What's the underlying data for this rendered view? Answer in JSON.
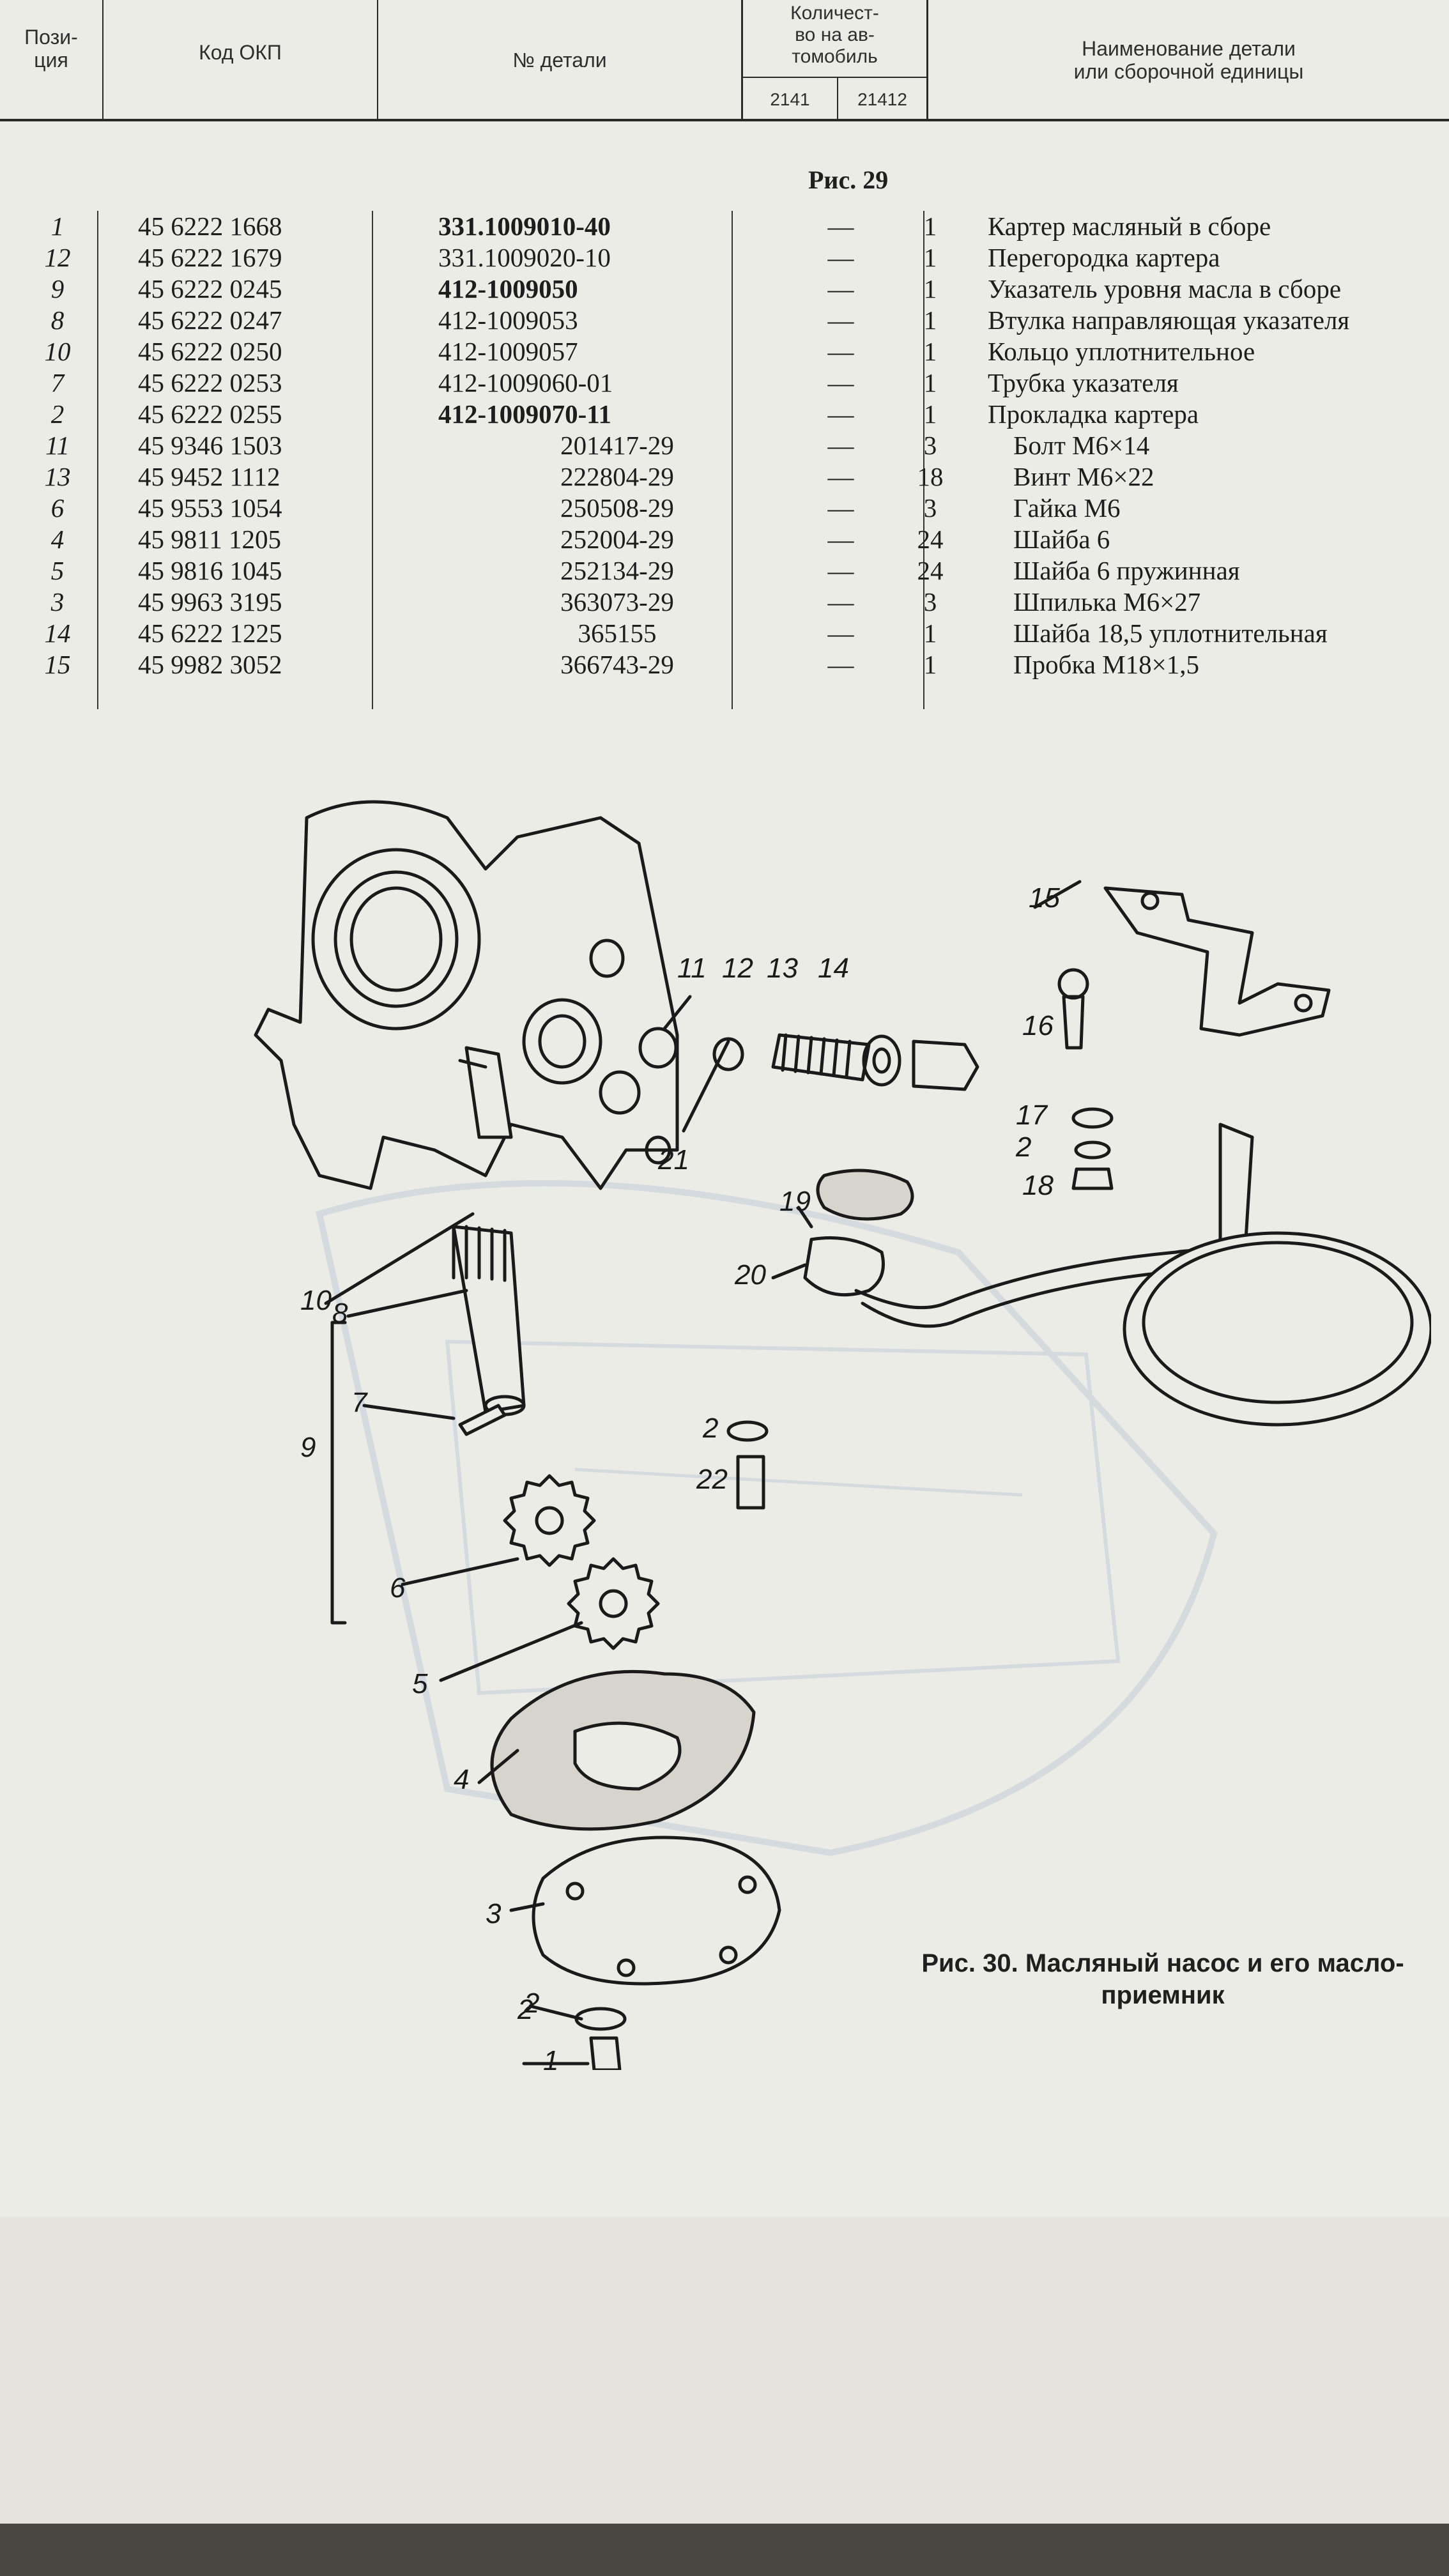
{
  "header": {
    "col_pos": "Пози-\nция",
    "col_okp": "Код ОКП",
    "col_number": "№ детали",
    "col_qty": "Количест-\nво на ав-\nтомобиль",
    "col_qty_a": "2141",
    "col_qty_b": "21412",
    "col_name": "Наименование детали\nили сборочной единицы"
  },
  "figure29_title": "Рис. 29",
  "rows": [
    {
      "pos": "1",
      "okp": "45 6222 1668",
      "number": "331.1009010-40",
      "bold": true,
      "q1": "—",
      "q2": "1",
      "name": "Картер масляный в сборе",
      "indent": false
    },
    {
      "pos": "12",
      "okp": "45 6222 1679",
      "number": "331.1009020-10",
      "bold": false,
      "q1": "—",
      "q2": "1",
      "name": "Перегородка картера",
      "indent": false
    },
    {
      "pos": "9",
      "okp": "45 6222 0245",
      "number": "412-1009050",
      "bold": true,
      "q1": "—",
      "q2": "1",
      "name": "Указатель уровня масла в сборе",
      "indent": false
    },
    {
      "pos": "8",
      "okp": "45 6222 0247",
      "number": "412-1009053",
      "bold": false,
      "q1": "—",
      "q2": "1",
      "name": "Втулка направляющая указателя",
      "indent": false
    },
    {
      "pos": "10",
      "okp": "45 6222 0250",
      "number": "412-1009057",
      "bold": false,
      "q1": "—",
      "q2": "1",
      "name": "Кольцо уплотнительное",
      "indent": false
    },
    {
      "pos": "7",
      "okp": "45 6222 0253",
      "number": "412-1009060-01",
      "bold": false,
      "q1": "—",
      "q2": "1",
      "name": "Трубка указателя",
      "indent": false
    },
    {
      "pos": "2",
      "okp": "45 6222 0255",
      "number": "412-1009070-11",
      "bold": true,
      "q1": "—",
      "q2": "1",
      "name": "Прокладка картера",
      "indent": false
    },
    {
      "pos": "11",
      "okp": "45 9346 1503",
      "number": "201417-29",
      "bold": false,
      "q1": "—",
      "q2": "3",
      "name": "Болт М6×14",
      "indent": true
    },
    {
      "pos": "13",
      "okp": "45 9452 1112",
      "number": "222804-29",
      "bold": false,
      "q1": "—",
      "q2": "18",
      "name": "Винт М6×22",
      "indent": true
    },
    {
      "pos": "6",
      "okp": "45 9553 1054",
      "number": "250508-29",
      "bold": false,
      "q1": "—",
      "q2": "3",
      "name": "Гайка М6",
      "indent": true
    },
    {
      "pos": "4",
      "okp": "45 9811 1205",
      "number": "252004-29",
      "bold": false,
      "q1": "—",
      "q2": "24",
      "name": "Шайба 6",
      "indent": true
    },
    {
      "pos": "5",
      "okp": "45 9816 1045",
      "number": "252134-29",
      "bold": false,
      "q1": "—",
      "q2": "24",
      "name": "Шайба 6 пружинная",
      "indent": true
    },
    {
      "pos": "3",
      "okp": "45 9963 3195",
      "number": "363073-29",
      "bold": false,
      "q1": "—",
      "q2": "3",
      "name": "Шпилька М6×27",
      "indent": true
    },
    {
      "pos": "14",
      "okp": "45 6222 1225",
      "number": "365155",
      "bold": false,
      "q1": "—",
      "q2": "1",
      "name": "Шайба 18,5 уплотнительная",
      "indent": true
    },
    {
      "pos": "15",
      "okp": "45 9982 3052",
      "number": "366743-29",
      "bold": false,
      "q1": "—",
      "q2": "1",
      "name": "Пробка М18×1,5",
      "indent": true
    }
  ],
  "callouts": [
    "1",
    "2",
    "3",
    "4",
    "5",
    "6",
    "7",
    "8",
    "9",
    "10",
    "11",
    "12",
    "13",
    "14",
    "15",
    "16",
    "17",
    "2",
    "18",
    "19",
    "20",
    "21",
    "2",
    "22",
    "2"
  ],
  "caption": "Рис. 30. Масляный насос и его масло-\nприемник"
}
